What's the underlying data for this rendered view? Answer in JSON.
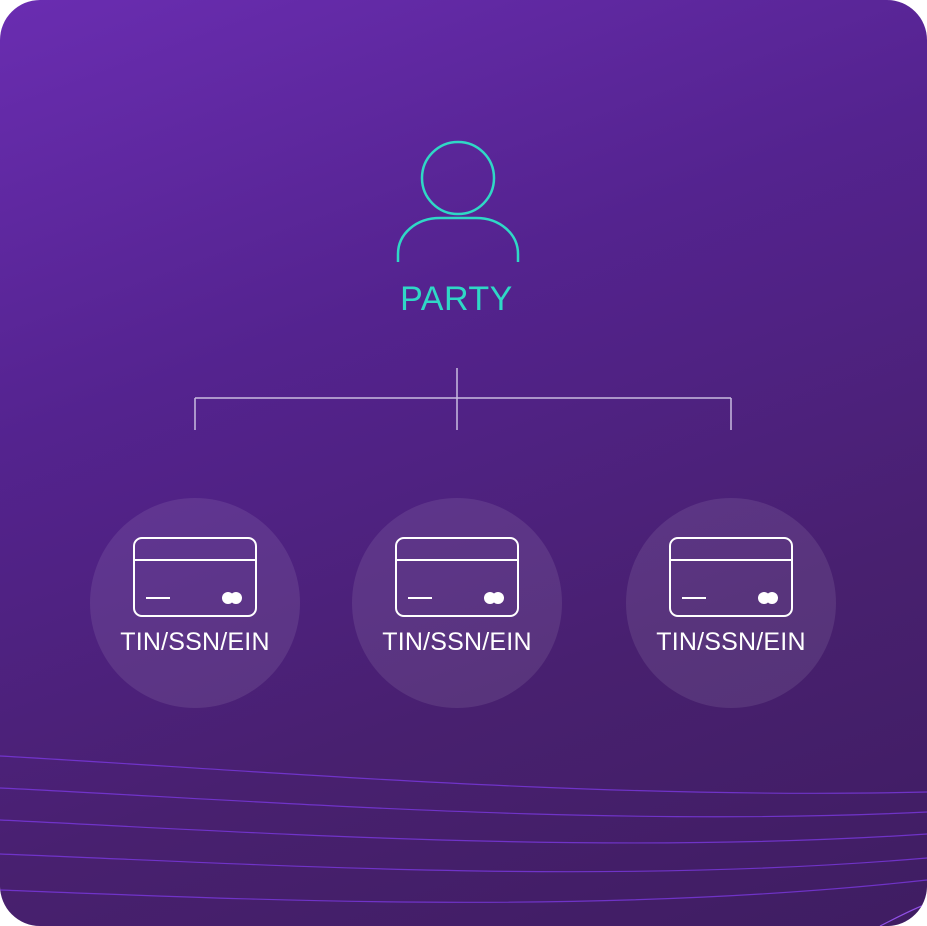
{
  "party": {
    "label": "PARTY",
    "icon": "person-icon",
    "color": "#2fd8c6"
  },
  "identifiers": [
    {
      "label": "TIN/SSN/EIN",
      "icon": "id-card-icon"
    },
    {
      "label": "TIN/SSN/EIN",
      "icon": "id-card-icon"
    },
    {
      "label": "TIN/SSN/EIN",
      "icon": "id-card-icon"
    }
  ],
  "colors": {
    "background_start": "#6a2db1",
    "background_end": "#3f1d62",
    "node_fill": "rgba(255,255,255,0.09)",
    "line": "#c9bce0",
    "wave": "#8a3ff0"
  }
}
